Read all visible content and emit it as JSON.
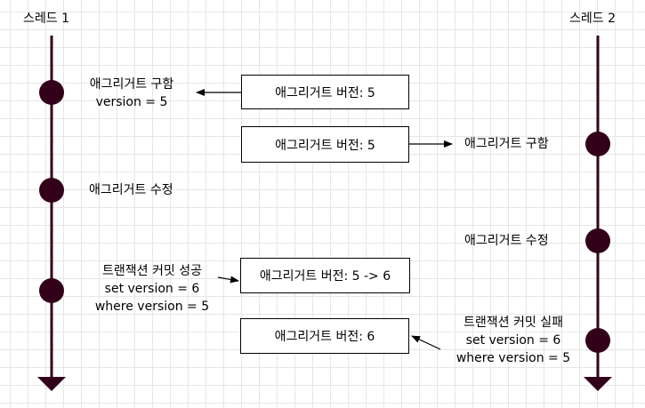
{
  "threads": {
    "t1": {
      "title": "스레드 1"
    },
    "t2": {
      "title": "스레드 2"
    }
  },
  "thread1_events": {
    "lookup": {
      "line1": "애그리거트 구함",
      "line2": "version = 5"
    },
    "modify": {
      "line1": "애그리거트 수정"
    },
    "commit_success": {
      "line1": "트랜잭션 커밋 성공",
      "line2": "set version = 6",
      "line3": "where version = 5"
    }
  },
  "thread2_events": {
    "lookup": {
      "line1": "애그리거트 구함"
    },
    "modify": {
      "line1": "애그리거트 수정"
    },
    "commit_fail": {
      "line1": "트랜잭션 커밋 실패",
      "line2": "set version = 6",
      "line3": "where version = 5"
    }
  },
  "version_boxes": {
    "box1": "애그리거트 버전: 5",
    "box2": "애그리거트 버전: 5",
    "box3": "애그리거트 버전: 5 -> 6",
    "box4": "애그리거트 버전: 6"
  },
  "colors": {
    "lifeline": "#33001a",
    "arrow": "#000000",
    "box_border": "#000000"
  }
}
